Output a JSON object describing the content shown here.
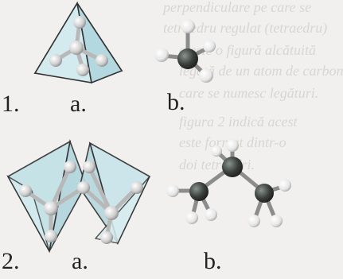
{
  "background_text": [
    "perpendiculare pe care se",
    "tetraedru regulat (tetraedru)",
    "a este o figură alcătuită",
    "legată de un atom de carbon",
    "care se numesc legături.",
    "figura 2 indică acest",
    "este format dintr-o",
    "doi tetraedri."
  ],
  "labels": {
    "row1_number": "1.",
    "row1_a": "a.",
    "row1_b": "b.",
    "row2_number": "2.",
    "row2_a": "a.",
    "row2_b": "b."
  },
  "colors": {
    "tetra_fill": "#bfe0e6",
    "tetra_edge": "#3a3a3a",
    "carbon": "#3a3f3c",
    "hydrogen": "#f2f2f2",
    "bond": "#9a9a9a"
  }
}
